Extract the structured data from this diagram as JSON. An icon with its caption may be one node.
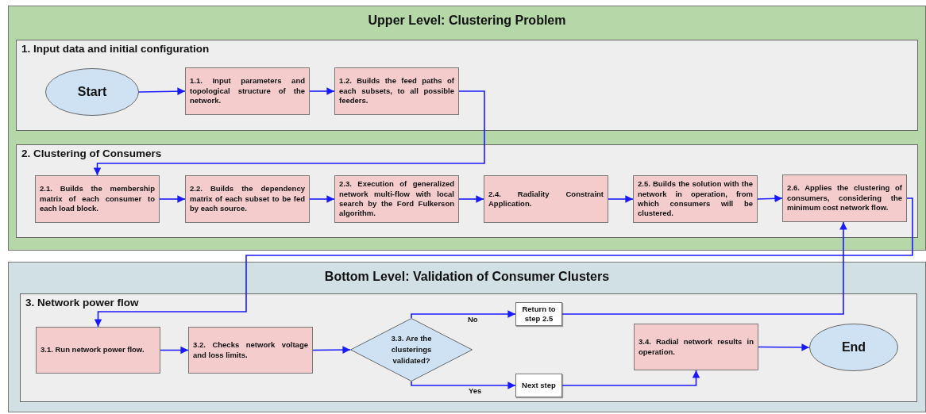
{
  "diagram": {
    "nodes": [
      {
        "text": [
          "Upper Level: Clustering Problem"
        ]
      },
      {
        "text": [
          "1. Input data and initial configuration"
        ],
        "in": 0
      },
      {
        "text": [
          "Start"
        ],
        "in": 1
      },
      {
        "text": [
          "1.1. Input parameters and topological structure of the network."
        ],
        "in": 1
      },
      {
        "text": [
          "1.2. Builds the feed paths of each subsets, to all possible feeders."
        ],
        "in": 1
      },
      {
        "text": [
          "2. Clustering of Consumers"
        ],
        "in": 0
      },
      {
        "text": [
          "2.1. Builds the membership matrix of each consumer to each load block."
        ],
        "in": 5
      },
      {
        "text": [
          "2.2. Builds the dependency matrix of each subset to be fed by each source."
        ],
        "in": 5
      },
      {
        "text": [
          "2.3. Execution of generalized network multi-flow with local search by the Ford Fulkerson algorithm."
        ],
        "in": 5
      },
      {
        "text": [
          "2.4. Radiality Constraint Application."
        ],
        "in": 5
      },
      {
        "text": [
          "2.5. Builds the solution with the network in operation, from which consumers will be clustered."
        ],
        "in": 5
      },
      {
        "text": [
          "2.6. Applies the clustering of consumers, considering the minimum cost network flow."
        ],
        "in": 5
      },
      {
        "text": [
          "Bottom Level: Validation of Consumer Clusters"
        ]
      },
      {
        "text": [
          "3. Network power flow"
        ],
        "in": 12
      },
      {
        "text": [
          "3.1. Run network power flow."
        ],
        "in": 13
      },
      {
        "text": [
          "3.2. Checks network voltage and loss limits."
        ],
        "in": 13
      },
      {
        "text": [
          "3.3. Are the clusterings validated?"
        ],
        "in": 13
      },
      {
        "text": [
          "Return to step 2.5"
        ],
        "in": 13
      },
      {
        "text": [
          "Next step"
        ],
        "in": 13
      },
      {
        "text": [
          "3.4. Radial network results in operation."
        ],
        "in": 13
      },
      {
        "text": [
          "End"
        ],
        "in": 13
      }
    ],
    "edges": [
      {
        "from": 2,
        "to": 3,
        "arrow": "to"
      },
      {
        "from": 3,
        "to": 4,
        "arrow": "to"
      },
      {
        "from": 4,
        "to": 6,
        "arrow": "to"
      },
      {
        "from": 6,
        "to": 7,
        "arrow": "to"
      },
      {
        "from": 7,
        "to": 8,
        "arrow": "to"
      },
      {
        "from": 8,
        "to": 9,
        "arrow": "to"
      },
      {
        "from": 9,
        "to": 10,
        "arrow": "to"
      },
      {
        "from": 10,
        "to": 11,
        "arrow": "to"
      },
      {
        "from": 11,
        "to": 14,
        "arrow": "to"
      },
      {
        "from": 14,
        "to": 15,
        "arrow": "to"
      },
      {
        "from": 15,
        "to": 16,
        "arrow": "to"
      },
      {
        "from": 16,
        "to": 17,
        "arrow": "to",
        "label": "No"
      },
      {
        "from": 16,
        "to": 18,
        "arrow": "to",
        "label": "Yes"
      },
      {
        "from": 17,
        "to": 11,
        "arrow": "to"
      },
      {
        "from": 18,
        "to": 19,
        "arrow": "to"
      },
      {
        "from": 19,
        "to": 20,
        "arrow": "to"
      }
    ]
  }
}
